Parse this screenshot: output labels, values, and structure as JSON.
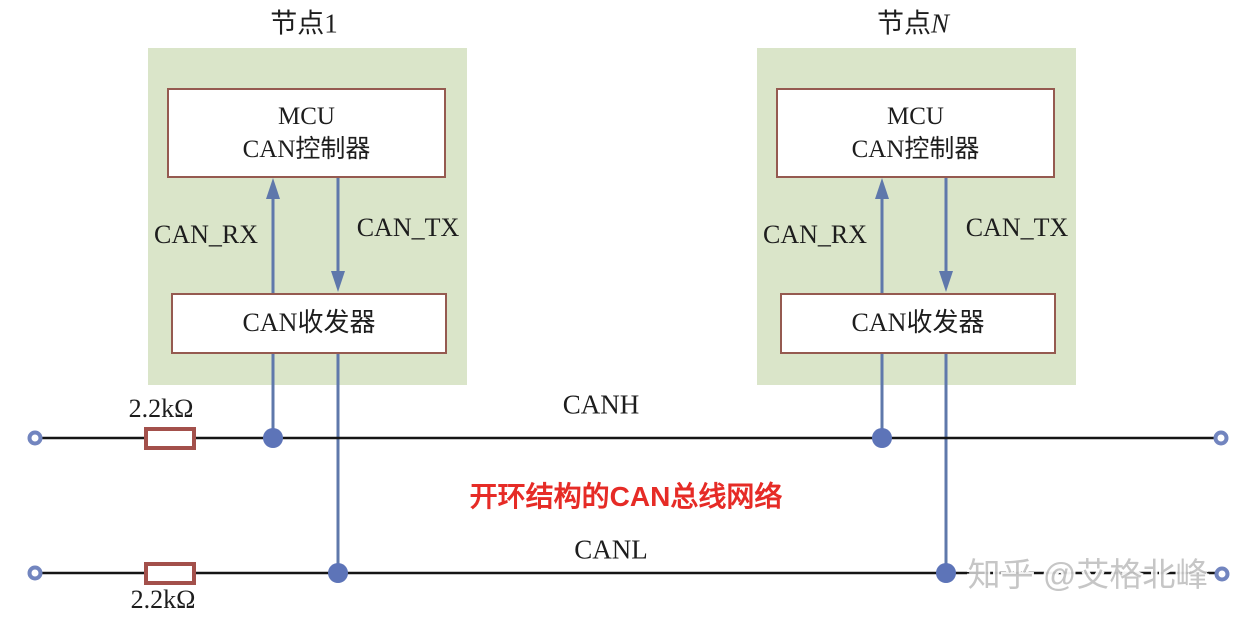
{
  "nodes": [
    {
      "title_prefix": "节点",
      "title_suffix": "1",
      "mcu_line1": "MCU",
      "mcu_line2": "CAN控制器",
      "transceiver_label": "CAN收发器",
      "rx_label": "CAN_RX",
      "tx_label": "CAN_TX"
    },
    {
      "title_prefix": "节点",
      "title_suffix": "N",
      "mcu_line1": "MCU",
      "mcu_line2": "CAN控制器",
      "transceiver_label": "CAN收发器",
      "rx_label": "CAN_RX",
      "tx_label": "CAN_TX"
    }
  ],
  "bus": {
    "canh_label": "CANH",
    "canl_label": "CANL",
    "resistor_top_value": "2.2kΩ",
    "resistor_bottom_value": "2.2kΩ"
  },
  "caption": "开环结构的CAN总线网络",
  "watermark": "知乎 @艾格北峰",
  "colors": {
    "node_bg": "#dae5c9",
    "box_border": "#955a50",
    "resistor_border": "#a3504b",
    "wire_blue": "#5f78ab",
    "junction_dot": "#5d74b8",
    "terminal_ring": "#7285bf",
    "bus_line": "#151515",
    "caption_red": "#e62b26",
    "watermark_gray": "#c3c3c3"
  }
}
